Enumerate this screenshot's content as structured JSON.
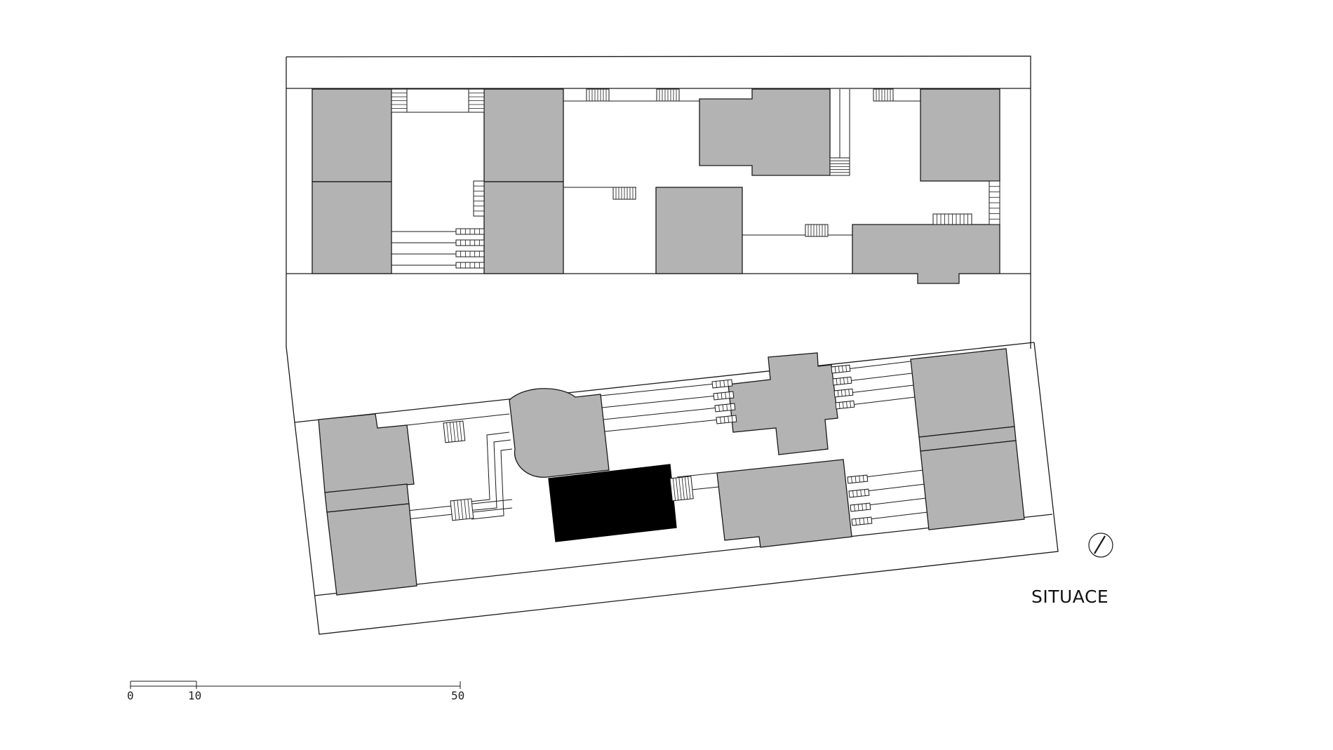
{
  "drawing": {
    "title": "SITUACE",
    "scale_bar": {
      "ticks": [
        "0",
        "10",
        "50"
      ]
    },
    "highlighted_building_color": "#000000",
    "building_fill": "#b3b3b3"
  }
}
